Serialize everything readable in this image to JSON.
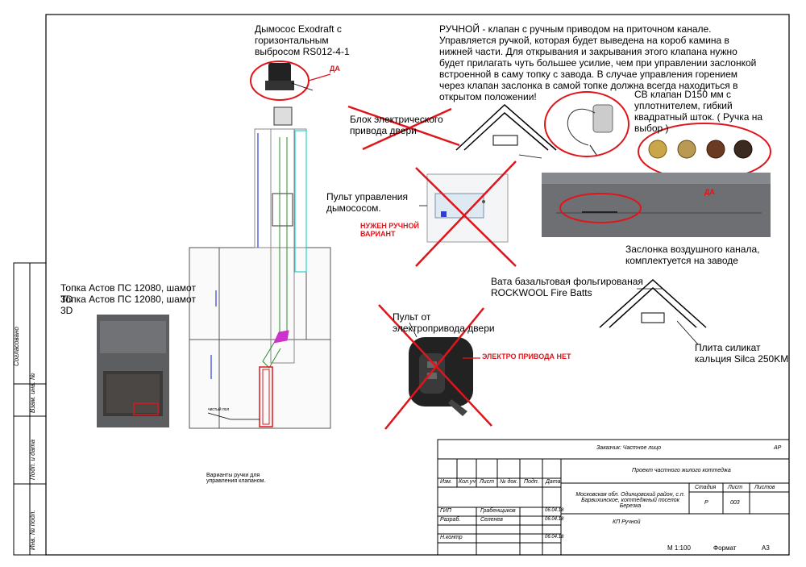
{
  "labels": {
    "smoke_exhauster": "Дымосос Exodraft с горизонтальным выбросом RS012-4-1",
    "yes1": "ДА",
    "yes2": "ДА",
    "manual_note": "РУЧНОЙ - клапан с ручным приводом на приточном канале. Управляется ручкой, которая будет выведена на короб камина в нижней части. Для открывания и закрывания этого клапана нужно будет прилагать чуть большее усилие, чем при управлении заслонкой встроенной в саму топку с завода. В случае управления горением через клапан заслонка в самой топке должна всегда находиться в открытом положении!",
    "door_block": "Блок электрического привода двери",
    "cb_valve": "СВ клапан D150 мм с уплотнителем, гибкий квадратный шток. ( Ручка на выбор )",
    "control_panel": "Пульт управления дымососом.",
    "need_manual": "НУЖЕН РУЧНОЙ ВАРИАНТ",
    "air_damper": "Заслонка воздушного канала, комплектуется на заводе",
    "firebox1": "Топка Астов ПС 12080, шамот 3D",
    "firebox2": "Топка Астов ПС 12080, шамот 3D",
    "wool": "Вата базальтовая фольгированая ROCKWOOL Fire Batts",
    "door_remote": "Пульт от электропривода двери",
    "no_electric": "ЭЛЕКТРО ПРИВОДА НЕТ",
    "silca": "Плита силикат кальция Silca 250KM",
    "handle_variants": "Варианты ручки для управления клапаном.",
    "small_note": "чистый пол"
  },
  "side_stamp": {
    "agreed": "Согласовано",
    "inv_instead": "Взам. инв. №",
    "sign_date": "Подп. и дата",
    "inv_orig": "Инв. № подл."
  },
  "title_block": {
    "customer": "Заказчик: Частное лицо",
    "ar": "АР",
    "project": "Проект частного жилого коттеджа",
    "address": "Московская обл. Одинцовский район, с.п. Барвихинское, коттеджный поселок Березка",
    "cols": [
      "Изм.",
      "Кол.уч",
      "Лист",
      "№ док.",
      "Подп.",
      "Дата"
    ],
    "rows": [
      {
        "role": "ГИП",
        "name": "Грабенщиков",
        "date": "06.04.18"
      },
      {
        "role": "Разраб.",
        "name": "Селенев",
        "date": "06.04.18"
      },
      {
        "role": "",
        "name": "",
        "date": ""
      },
      {
        "role": "Н.контр",
        "name": "",
        "date": "06.04.18"
      }
    ],
    "stage_h": "Стадия",
    "sheet_h": "Лист",
    "sheets_h": "Листов",
    "stage": "Р",
    "sheet": "003",
    "sheet_name": "КП Ручной",
    "scale": "М 1:100",
    "format_label": "Формат",
    "format": "А3"
  },
  "colors": {
    "red": "#e0151b",
    "cyan": "#00c8c8",
    "magenta": "#cc33cc",
    "blue": "#2b3fd6",
    "green": "#2e8b2e"
  }
}
